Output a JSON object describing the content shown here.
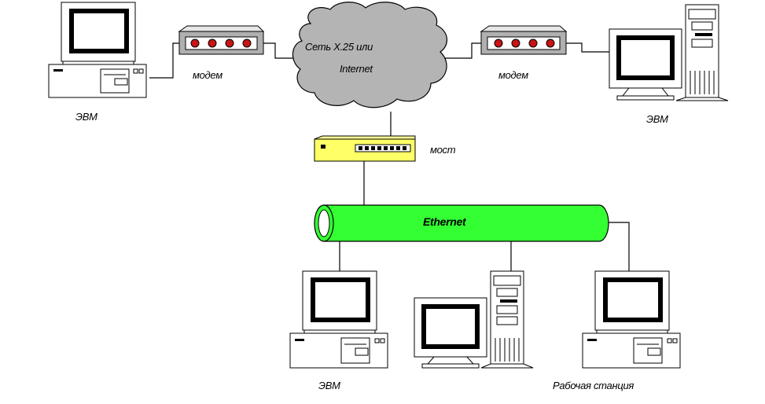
{
  "labels": {
    "cloud_line1": "Сеть X.25 или",
    "cloud_line2": "Internet",
    "modem_left": "модем",
    "modem_right": "модем",
    "bridge": "мост",
    "ethernet": "Ethernet",
    "computer_top_left": "ЭВМ",
    "computer_top_right": "ЭВМ",
    "computer_bottom_left": "ЭВМ",
    "workstation": "Рабочая станция"
  },
  "colors": {
    "cloud": "#b4b4b4",
    "modem_body": "#b0b0b0",
    "modem_led": "#c81414",
    "bridge": "#ffff66",
    "ethernet": "#33ff33",
    "screen_frame": "#ffffff",
    "outline": "#000000"
  }
}
